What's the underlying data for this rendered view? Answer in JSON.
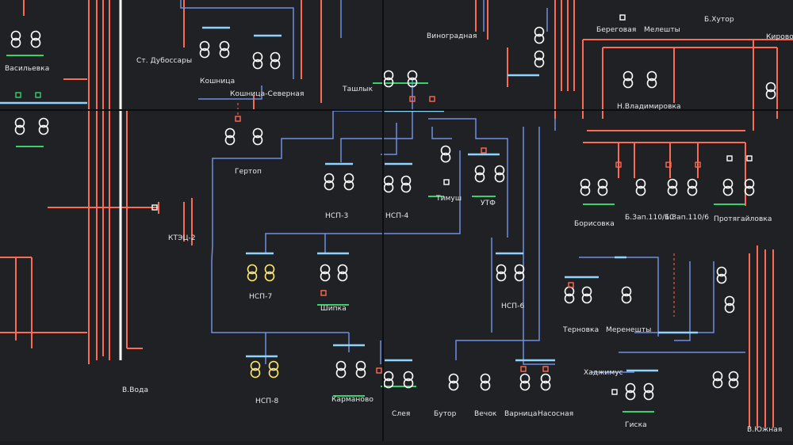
{
  "labels": {
    "vasilevka": "Васильевка",
    "st_dubossary": "Ст. Дубоссары",
    "koshnitsa": "Кошница",
    "koshnitsa_severnaya": "Кошница-Северная",
    "vinogradnaya": "Виноградная",
    "tashlyk": "Ташлык",
    "beregovaya": "Береговая",
    "meleshty": "Мелешты",
    "b_khutor": "Б.Хутор",
    "kirovskaya": "Кирово",
    "n_vladimirovka": "Н.Владимировка",
    "gertop": "Гертоп",
    "nsp3": "НСП-3",
    "nsp4": "НСП-4",
    "timush": "Тимуш",
    "utf": "УТФ",
    "ktets2": "КТЭЦ-2",
    "borisovka": "Борисовка",
    "b_zap_110_10": "Б.Зап.110/10",
    "b_zap_110_6": "Б.Зап.110/6",
    "protyagailovka": "Протягайловка",
    "nsp7": "НСП-7",
    "shipka": "Шипка",
    "nsp6": "НСП-6",
    "ternovka": "Терновка",
    "mereneshty": "Меренешты",
    "khadzhimus": "Хаджимус",
    "b_voda": "В.Вода",
    "nsp8": "НСП-8",
    "karmanovo": "Карманово",
    "sleya": "Слея",
    "butor": "Бутор",
    "vochok": "Вечок",
    "varnitsa": "Варница",
    "nasosnaya": "Насосная",
    "giska": "Гиска",
    "b_yuzhnaya": "В.Южная"
  },
  "colors": {
    "background": "#202125",
    "line_110kv": "#ff6a52",
    "line_35kv": "#6f8fe0",
    "bus_cyan": "#8fd3ff",
    "breaker_green": "#3ad06a",
    "transformer_white": "#ffffff",
    "transformer_yellow": "#ffe86a",
    "text": "#e6e8ea"
  }
}
